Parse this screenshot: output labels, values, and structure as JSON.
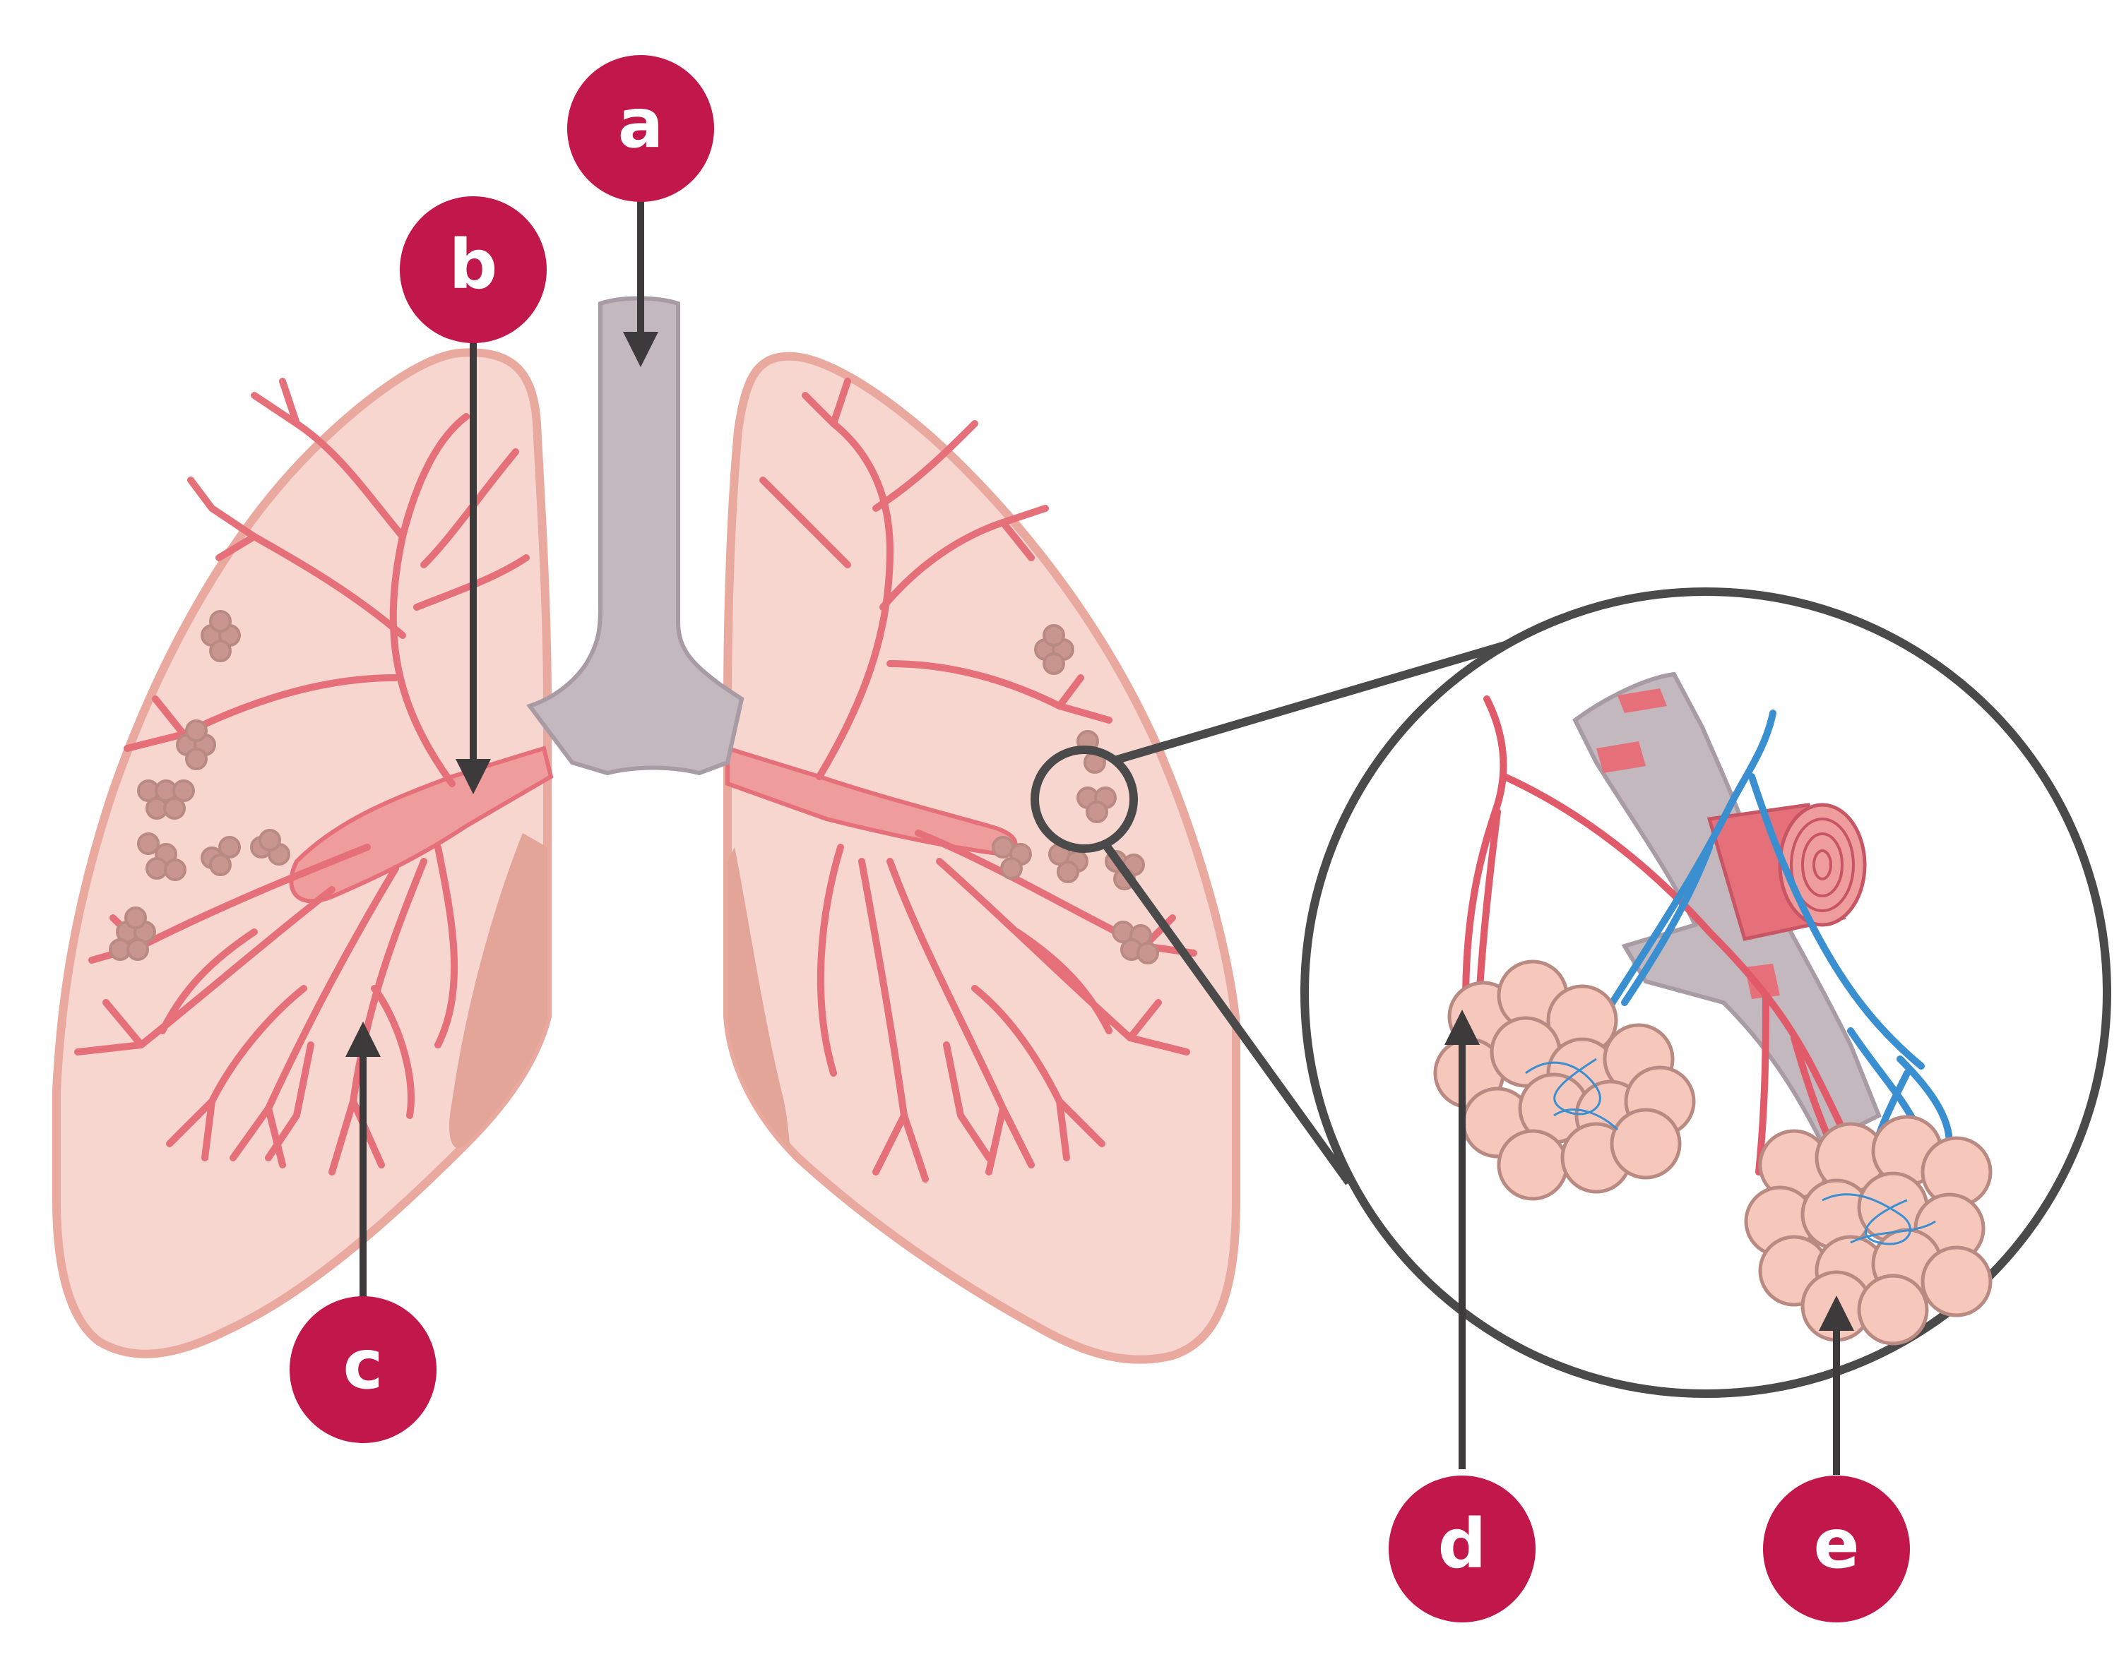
{
  "colors": {
    "badge": "#c2174a",
    "arrow": "#3c3a3b",
    "lung_fill": "#f8d6d0",
    "lung_outline": "#e9a99f",
    "lung_shadow": "#e2a597",
    "bronchi": "#e6707a",
    "bronchi_fill": "#ee9c9c",
    "trachea": "#c4b8bf",
    "trachea_outline": "#a99ba3",
    "alveoli": "#b98a82",
    "alveoli_fill": "#f6c8bc",
    "artery": "#e05a6a",
    "vein": "#3a8fd0",
    "zoom_circle": "#4a4a4a"
  },
  "labels": {
    "a": "a",
    "b": "b",
    "c": "c",
    "d": "d",
    "e": "e"
  }
}
